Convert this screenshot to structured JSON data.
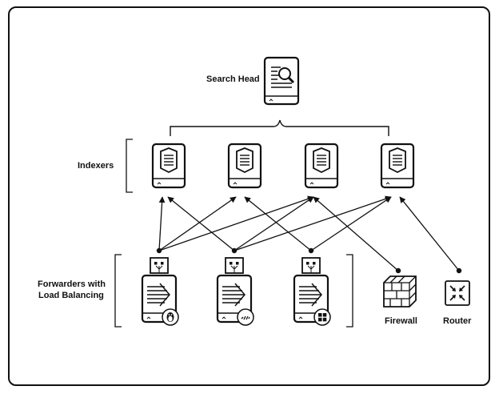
{
  "labels": {
    "search_head": "Search Head",
    "indexers": "Indexers",
    "forwarders_line1": "Forwarders with",
    "forwarders_line2": "Load Balancing",
    "firewall": "Firewall",
    "router": "Router"
  },
  "icons": {
    "search_head": "search-head-server-icon",
    "indexer": "indexer-server-icon",
    "forwarder": "forwarder-server-icon",
    "forwarder_os": [
      "linux-penguin-icon",
      "apple-os-icon",
      "windows-icon"
    ],
    "firewall": "brick-firewall-icon",
    "router": "router-arrows-icon"
  },
  "colors": {
    "stroke": "#111111",
    "background": "#ffffff"
  }
}
